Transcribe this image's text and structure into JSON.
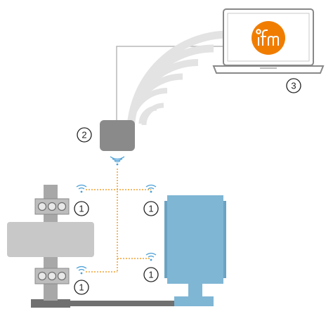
{
  "logo": {
    "text": "ifm"
  },
  "labels": {
    "laptop": "3",
    "gateway": "2",
    "sensor_top_left": "1",
    "sensor_top_right": "1",
    "sensor_bottom_left": "1",
    "sensor_bottom_right": "1"
  },
  "colors": {
    "brand_orange": "#f07d00",
    "machine_blue": "#7fb6d4",
    "machine_gray": "#c8c8c8",
    "gateway_gray": "#8a8a8a",
    "wifi_gray": "#e5e5e5",
    "signal_blue": "#4a9fd6",
    "dotted_orange": "#f0a030",
    "frame_gray": "#888888"
  }
}
